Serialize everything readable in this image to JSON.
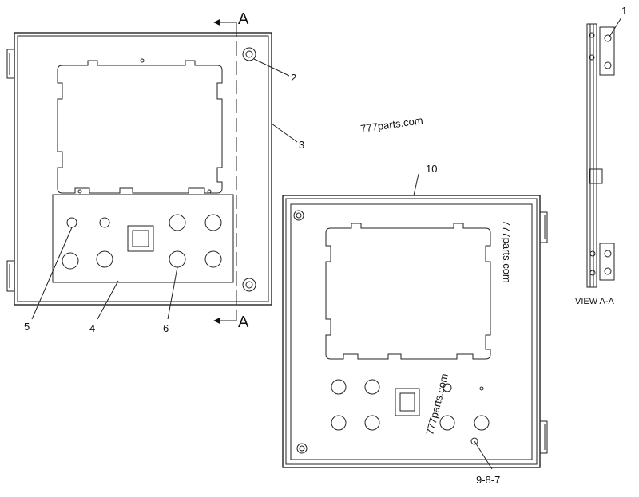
{
  "callouts": {
    "c1": "1",
    "c2": "2",
    "c3": "3",
    "c4": "4",
    "c5": "5",
    "c6": "6",
    "c10": "10",
    "c987": "9-8-7"
  },
  "section": {
    "top_label": "A",
    "bottom_label": "A",
    "view_label": "VIEW A-A"
  },
  "watermarks": {
    "top": "777parts.com",
    "vertical_right": "777parts.com",
    "rotated_center": "777parts.com"
  }
}
